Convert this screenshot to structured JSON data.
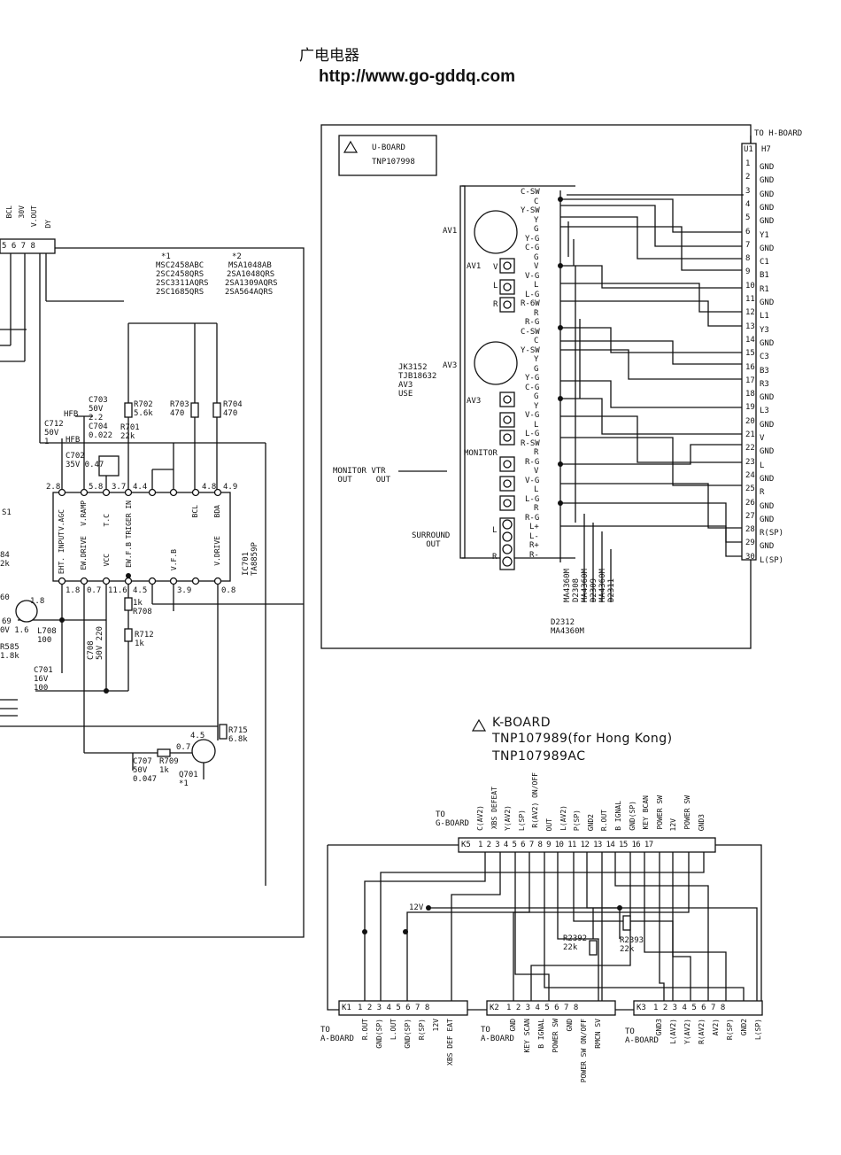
{
  "header": {
    "cn_title": "广电电器",
    "url": "http://www.go-gddq.com"
  },
  "left": {
    "top_pins": [
      "BCL",
      "30V",
      "V.OUT",
      "DY"
    ],
    "pin_numbers": "5 6 7 8",
    "note1_title": "*1",
    "note1_lines": [
      "MSC2458ABC",
      "2SC2458QRS",
      "2SC3311AQRS",
      "2SC1685QRS"
    ],
    "note2_title": "*2",
    "note2_lines": [
      "MSA1048AB",
      "2SA1048QRS",
      "2SA1309AQRS",
      "2SA564AQRS"
    ],
    "r702": "R702\n5.6k",
    "r703": "R703\n470",
    "r704": "R704\n470",
    "c703": "C703\n50V\n2.2",
    "c712": "C712\n50V\n1",
    "c704": "C704\n0.022",
    "r701": "R701\n22k",
    "c702": "C702\n35V 0.47",
    "ic_top_pins": [
      "V.AGC",
      "V.RAMP",
      "T.C",
      "TRIGER IN",
      "BCL",
      "BDA"
    ],
    "ic_bottom_pins": [
      "EHT. INPUT",
      "EW.DRIVE",
      "VCC",
      "EW.F.B",
      "V.F.B",
      "V.DRIVE"
    ],
    "ic_name": "IC701\nTA8859P",
    "volts_top": [
      "2.8",
      "5.8",
      "3.7",
      "4.4",
      "4.8",
      "4.9"
    ],
    "volts_bot": [
      "1.8",
      "0.7",
      "11.6",
      "4.5",
      "3.9",
      "0.8"
    ],
    "parts_misc": [
      "HFB",
      "HFB",
      "S1",
      "84",
      "2k",
      "60",
      "1.8",
      "69",
      "0V 1.6",
      "R585",
      "1.8k"
    ],
    "l708": "L708\n100",
    "c708": "C708\n50V 220",
    "r708": "1k\nR708",
    "r712": "R712\n1k",
    "c701": "C701\n16V\n100",
    "r715": "R715\n6.8k",
    "r709": "R709\n1k",
    "c707": "C707\n50V\n0.047",
    "q701": "Q701\n*1",
    "q701_volts": [
      "4.5",
      "0.7"
    ]
  },
  "u_board": {
    "title": "U-BOARD",
    "part": "TNP107998",
    "to": "TO H-BOARD",
    "connector": "U1",
    "connector_pin": "H7",
    "pins": [
      "GND",
      "GND",
      "GND",
      "GND",
      "GND",
      "Y1",
      "GND",
      "C1",
      "B1",
      "R1",
      "GND",
      "L1",
      "Y3",
      "GND",
      "C3",
      "B3",
      "R3",
      "GND",
      "L3",
      "GND",
      "V",
      "GND",
      "L",
      "GND",
      "R",
      "GND",
      "GND",
      "R(SP)",
      "GND",
      "L(SP)"
    ],
    "av1": "AV1",
    "av3": "AV3",
    "jk": "JK3152\nTJB18632\nAV3\nUSE",
    "monitor": "MONITOR",
    "monitor_out": "MONITOR VTR\n OUT     OUT",
    "surround": "SURROUND\n   OUT",
    "jack_labels": [
      "V",
      "L",
      "R"
    ],
    "sig_labels": [
      "C-SW",
      "C",
      "Y-SW",
      "Y",
      "G",
      "Y-G",
      "C-G",
      "G",
      "V",
      "V-G",
      "L",
      "L-G",
      "R-6W",
      "R",
      "R-G",
      "C-SW",
      "C",
      "Y-SW",
      "Y",
      "G",
      "Y-G",
      "C-G",
      "G",
      "Y",
      "V-G",
      "L",
      "L-G",
      "R-SW",
      "R",
      "R-G",
      "V",
      "V-G",
      "L",
      "L-G",
      "R",
      "R-G",
      "L+",
      "L-",
      "R+",
      "R-"
    ],
    "diodes": [
      "MA4360M\nD2308",
      "MA4360M\nD2309",
      "MA4360M\nD2311"
    ],
    "d2312": "D2312\nMA4360M"
  },
  "k_board": {
    "title": "K-BOARD",
    "part1": "TNP107989(for Hong Kong)",
    "part2": "TNP107989AC",
    "to_g": "TO\nG-BOARD",
    "k5": "K5",
    "k5_pins": [
      "C(AV2)",
      "XBS DEFEAT",
      "Y(AV2)",
      "L(SP)",
      "R(AV2) ON/OFF",
      "OUT",
      "L(AV2)",
      "P(SP)",
      "GND2",
      "R.OUT",
      "B IGNAL",
      "GND(SP)",
      "KEY BCAN",
      "POWER SW",
      "12V",
      "POWER SW",
      "GND3"
    ],
    "k5_numbers": "1 2 3 4 5 6 7 8 9 10 11 12 13 14 15 16 17",
    "v12": "12V",
    "r2392": "R2392\n22k",
    "r2393": "R2393\n22k",
    "k1": "K1",
    "k2": "K2",
    "k3": "K3",
    "k1_numbers": "1 2 3 4 5 6 7 8",
    "k2_numbers": "1 2 3 4 5 6 7 8",
    "k3_numbers": "1 2 3 4 5 6 7 8",
    "k1_to": "TO\nA-BOARD",
    "k2_to": "TO\nA-BOARD",
    "k3_to": "TO\nA-BOARD",
    "k1_pins": [
      "R.OUT",
      "GND(SP)",
      "L.OUT",
      "GND(SP)",
      "R(SP)",
      "12V",
      "XBS DEF EAT"
    ],
    "k2_pins": [
      "GND",
      "KEY SCAN",
      "B IGNAL",
      "POWER SW",
      "GND",
      "POWER SW ON/OFF",
      "RMCN SV"
    ],
    "k3_pins": [
      "GND3",
      "L(AV2)",
      "Y(AV2)",
      "R(AV2)",
      "AV2)",
      "R(SP)",
      "GND2",
      "L(SP)"
    ]
  }
}
